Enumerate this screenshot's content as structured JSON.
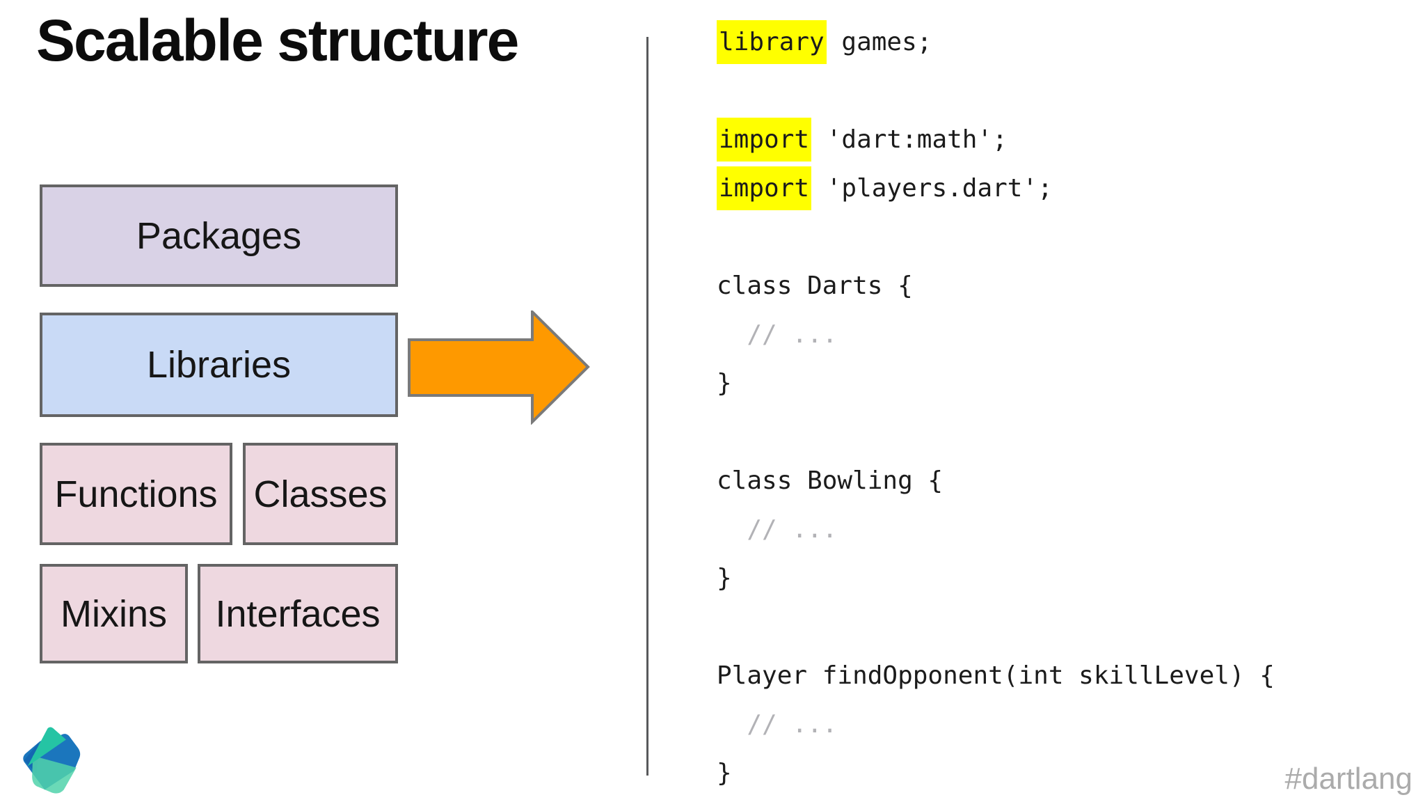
{
  "slide": {
    "title": "Scalable structure",
    "hashtag": "#dartlang"
  },
  "diagram": {
    "boxes": [
      {
        "id": "packages",
        "label": "Packages",
        "fill": "#d9d2e6"
      },
      {
        "id": "libraries",
        "label": "Libraries",
        "fill": "#c9daf6"
      },
      {
        "id": "functions",
        "label": "Functions",
        "fill": "#eed8e0"
      },
      {
        "id": "classes",
        "label": "Classes",
        "fill": "#eed8e0"
      },
      {
        "id": "mixins",
        "label": "Mixins",
        "fill": "#eed8e0"
      },
      {
        "id": "interfaces",
        "label": "Interfaces",
        "fill": "#eed8e0"
      }
    ],
    "arrow": {
      "direction": "right",
      "fill": "#fe9900",
      "stroke": "#7a7a7a"
    },
    "border_color": "#646464"
  },
  "logo": {
    "name": "dart-logo",
    "colors": {
      "teal": "#25c4a4",
      "light_teal": "#50d2aa",
      "blue": "#1b76bd",
      "dark_blue": "#1467b2"
    }
  },
  "code": {
    "keyword_highlight": "#ffff00",
    "text_color": "#1b1b1b",
    "comment_color": "#b2b2b6",
    "lines": [
      {
        "segments": [
          {
            "text": "library",
            "highlight": true
          },
          {
            "text": " games;"
          }
        ]
      },
      {
        "segments": []
      },
      {
        "segments": [
          {
            "text": "import",
            "highlight": true
          },
          {
            "text": " 'dart:math';"
          }
        ]
      },
      {
        "segments": [
          {
            "text": "import",
            "highlight": true
          },
          {
            "text": " 'players.dart';"
          }
        ]
      },
      {
        "segments": []
      },
      {
        "segments": [
          {
            "text": "class Darts {"
          }
        ]
      },
      {
        "segments": [
          {
            "text": "  // ...",
            "muted": true
          }
        ]
      },
      {
        "segments": [
          {
            "text": "}"
          }
        ]
      },
      {
        "segments": []
      },
      {
        "segments": [
          {
            "text": "class Bowling {"
          }
        ]
      },
      {
        "segments": [
          {
            "text": "  // ...",
            "muted": true
          }
        ]
      },
      {
        "segments": [
          {
            "text": "}"
          }
        ]
      },
      {
        "segments": []
      },
      {
        "segments": [
          {
            "text": "Player findOpponent(int skillLevel) {"
          }
        ]
      },
      {
        "segments": [
          {
            "text": "  // ...",
            "muted": true
          }
        ]
      },
      {
        "segments": [
          {
            "text": "}"
          }
        ]
      }
    ]
  }
}
